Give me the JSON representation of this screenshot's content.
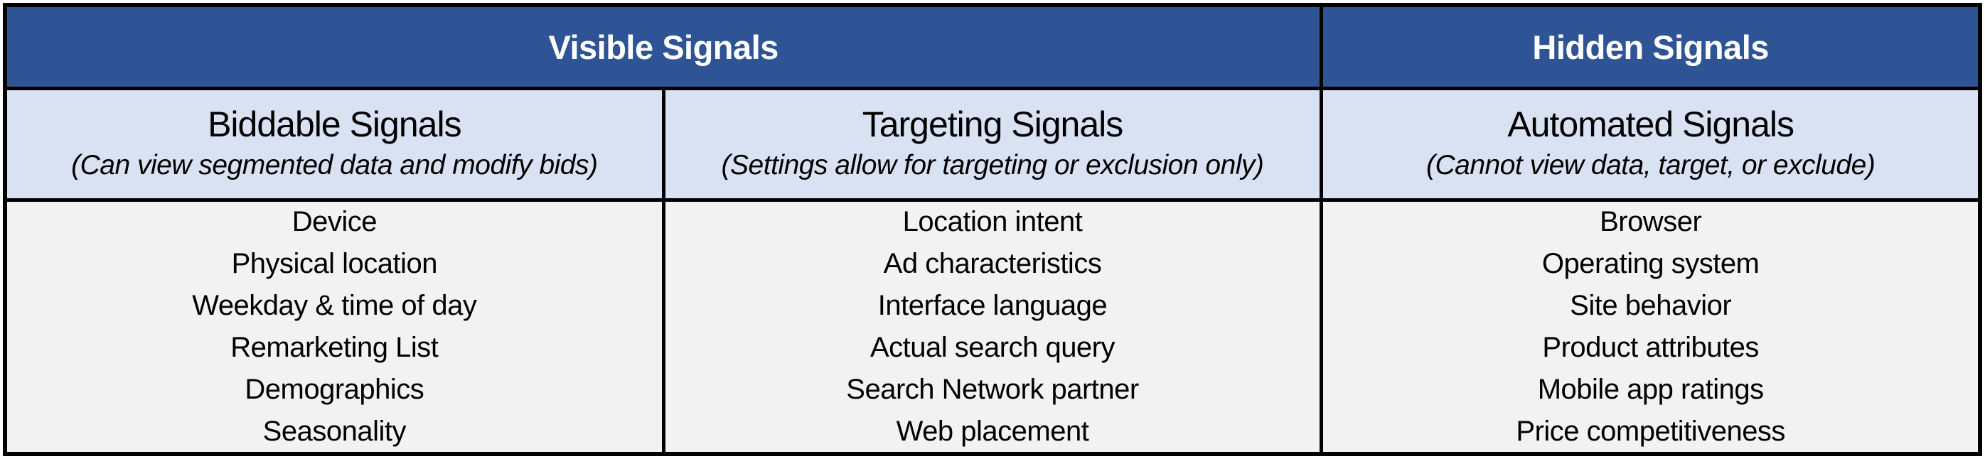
{
  "table": {
    "top_headers": [
      {
        "label": "Visible Signals",
        "colspan": 2
      },
      {
        "label": "Hidden Signals",
        "colspan": 1
      }
    ],
    "columns": [
      {
        "title": "Biddable Signals",
        "subtitle": "(Can view segmented data and modify bids)",
        "items": [
          "Device",
          "Physical location",
          "Weekday & time of day",
          "Remarketing List",
          "Demographics",
          "Seasonality"
        ]
      },
      {
        "title": "Targeting Signals",
        "subtitle": "(Settings allow for targeting or exclusion only)",
        "items": [
          "Location intent",
          "Ad characteristics",
          "Interface language",
          "Actual search query",
          "Search Network partner",
          "Web placement"
        ]
      },
      {
        "title": "Automated Signals",
        "subtitle": "(Cannot view data, target, or exclude)",
        "items": [
          "Browser",
          "Operating system",
          "Site behavior",
          "Product attributes",
          "Mobile app ratings",
          "Price competitiveness"
        ]
      }
    ],
    "colors": {
      "header_bg": "#2f5496",
      "header_text": "#ffffff",
      "subheader_bg": "#d9e2f3",
      "body_bg": "#f2f2f2",
      "border": "#000000",
      "body_text": "#000000"
    }
  }
}
